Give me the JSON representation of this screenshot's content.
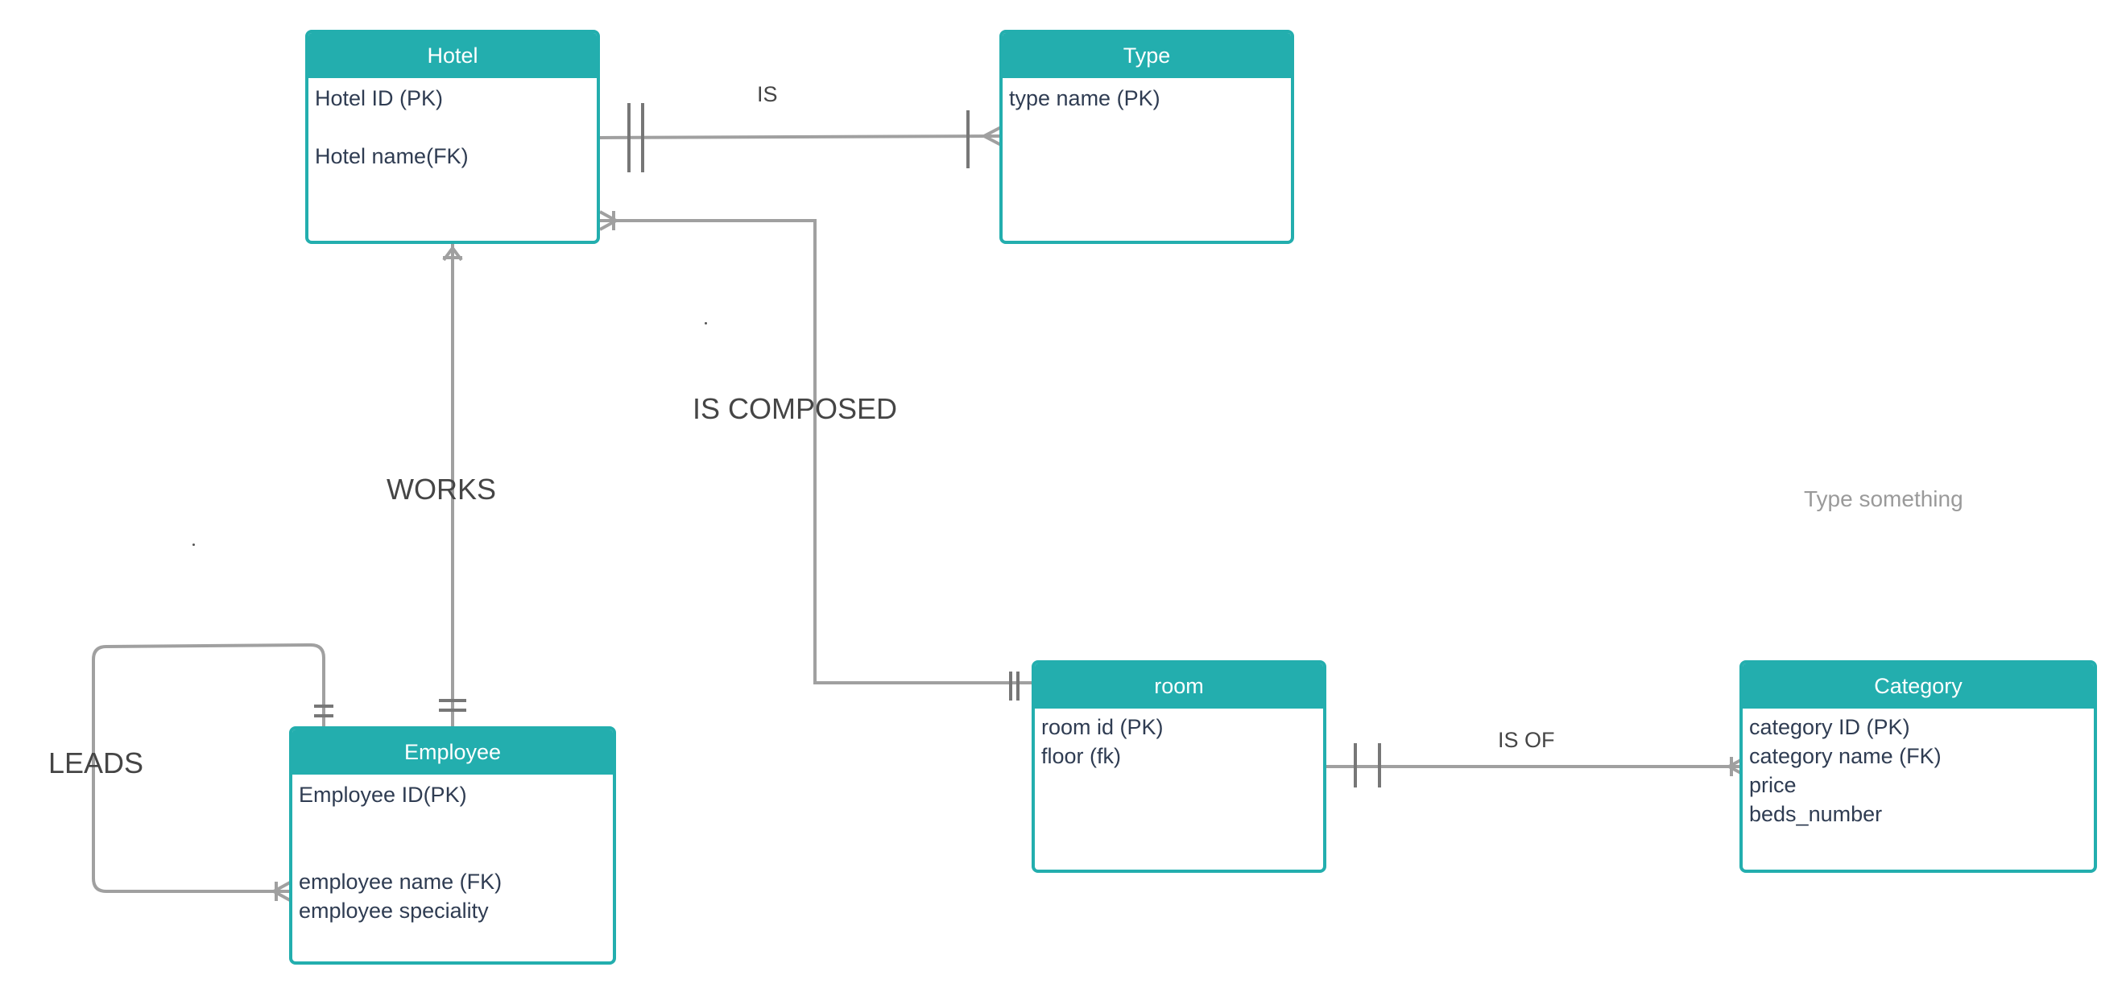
{
  "entities": {
    "hotel": {
      "title": "Hotel",
      "attrs": [
        "Hotel ID (PK)",
        "Hotel name(FK)"
      ]
    },
    "type": {
      "title": "Type",
      "attrs": [
        "type name (PK)"
      ]
    },
    "employee": {
      "title": "Employee",
      "attrs": [
        "Employee ID(PK)",
        "employee name (FK)",
        "employee speciality"
      ]
    },
    "room": {
      "title": "room",
      "attrs": [
        "room id (PK)",
        "floor (fk)"
      ]
    },
    "category": {
      "title": "Category",
      "attrs": [
        "category ID (PK)",
        "category name (FK)",
        "price",
        "beds_number"
      ]
    }
  },
  "relationships": {
    "is": "IS",
    "is_composed": "IS COMPOSED",
    "works": "WORKS",
    "leads": "LEADS",
    "is_of": "IS OF"
  },
  "canvas": {
    "placeholder": "Type something"
  },
  "colors": {
    "entity_accent": "#23aeae",
    "connector": "#a0a0a0",
    "attribute_text": "#2f3c52"
  }
}
